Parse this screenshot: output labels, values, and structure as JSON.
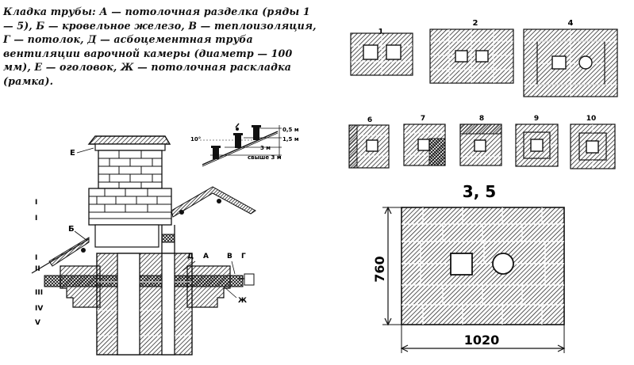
{
  "caption": "Кладка трубы: А — потолочная разделка (ряды 1 — 5), Б — кровельное железо, В — теплоизоляция, Г — потолок, Д — асбоцементная труба вентиляции варочной камеры (диаметр — 100 мм), Е — оголовок, Ж — потолочная раскладка (рамка).",
  "rows": {
    "top": [
      "1",
      "2",
      "4"
    ],
    "middle": [
      "6",
      "7",
      "8",
      "9",
      "10"
    ]
  },
  "section": {
    "label": "3, 5",
    "height_dim": "760",
    "width_dim": "1020"
  },
  "chimney": {
    "labels": {
      "e": "Е",
      "b": "Б",
      "d": "Д",
      "a": "А",
      "v": "В",
      "g": "Г",
      "zh": "Ж"
    },
    "side_marks": [
      "I",
      "I",
      "I",
      "II",
      "III",
      "IV",
      "V"
    ]
  },
  "roof_dims": {
    "d1": "0,5 м",
    "d2": "1,5 м",
    "d3": "3 м",
    "d4": "свыше 3 м",
    "angle": "10°"
  }
}
